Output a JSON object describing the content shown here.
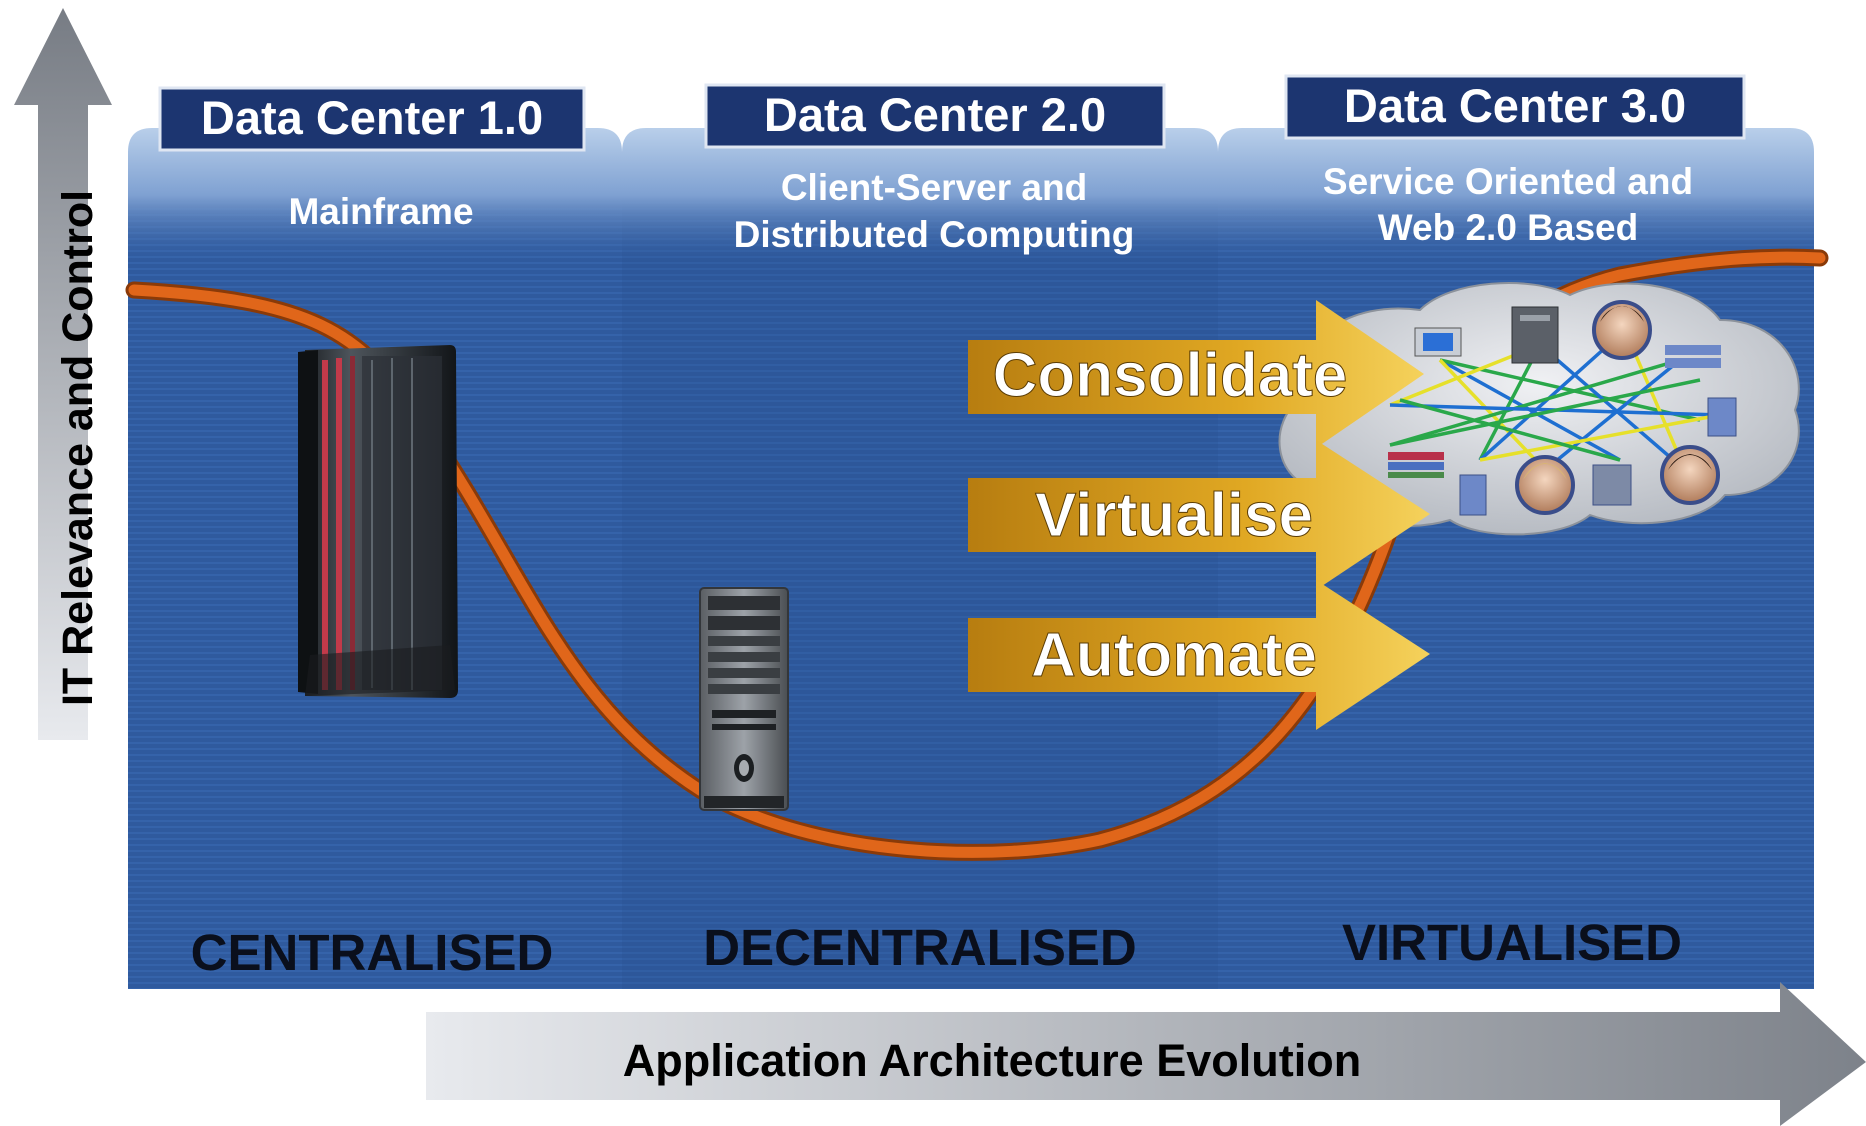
{
  "axes": {
    "y_label": "IT Relevance and Control",
    "x_label": "Application Architecture Evolution"
  },
  "eras": [
    {
      "title": "Data Center 1.0",
      "subtitle_lines": [
        "Mainframe"
      ],
      "footer": "CENTRALISED"
    },
    {
      "title": "Data Center 2.0",
      "subtitle_lines": [
        "Client-Server and",
        "Distributed Computing"
      ],
      "footer": "DECENTRALISED"
    },
    {
      "title": "Data Center 3.0",
      "subtitle_lines": [
        "Service Oriented and",
        "Web 2.0 Based"
      ],
      "footer": "VIRTUALISED"
    }
  ],
  "actions": [
    "Consolidate",
    "Virtualise",
    "Automate"
  ],
  "colors": {
    "panel_blue": "#2f5a9e",
    "panel_blue_dark": "#244a86",
    "title_box": "#1c3570",
    "curve": "#d45a0e",
    "arrow_gold": "#d9a21c",
    "axis_gray": "#8a8f96"
  },
  "icons": [
    "mainframe-icon",
    "tower-server-icon",
    "cloud-network-icon"
  ]
}
